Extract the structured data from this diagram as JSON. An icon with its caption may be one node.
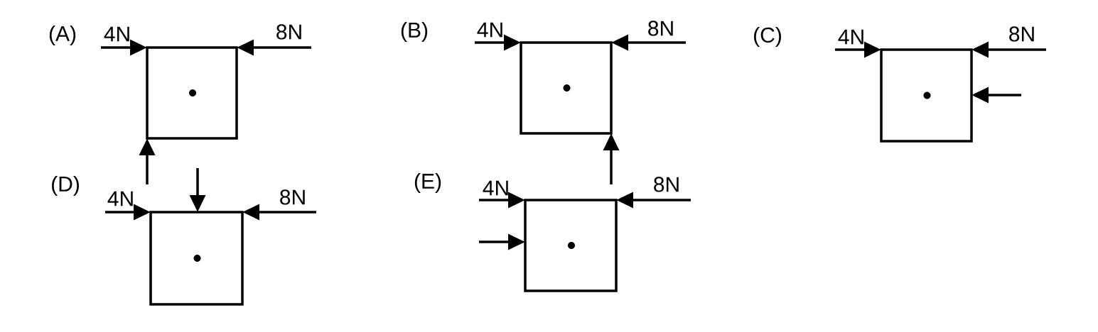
{
  "diagram": {
    "nodes": [
      {
        "text": [],
        "shape": "box"
      },
      {
        "text": [],
        "shape": "box"
      },
      {
        "text": [],
        "shape": "box"
      },
      {
        "text": [],
        "shape": "box"
      },
      {
        "text": [],
        "shape": "box"
      }
    ],
    "labels": [
      "(A)",
      "4N",
      "8N",
      "(B)",
      "4N",
      "8N",
      "(C)",
      "4N",
      "8N",
      "(D)",
      "4N",
      "8N",
      "(E)",
      "4N",
      "8N"
    ]
  }
}
